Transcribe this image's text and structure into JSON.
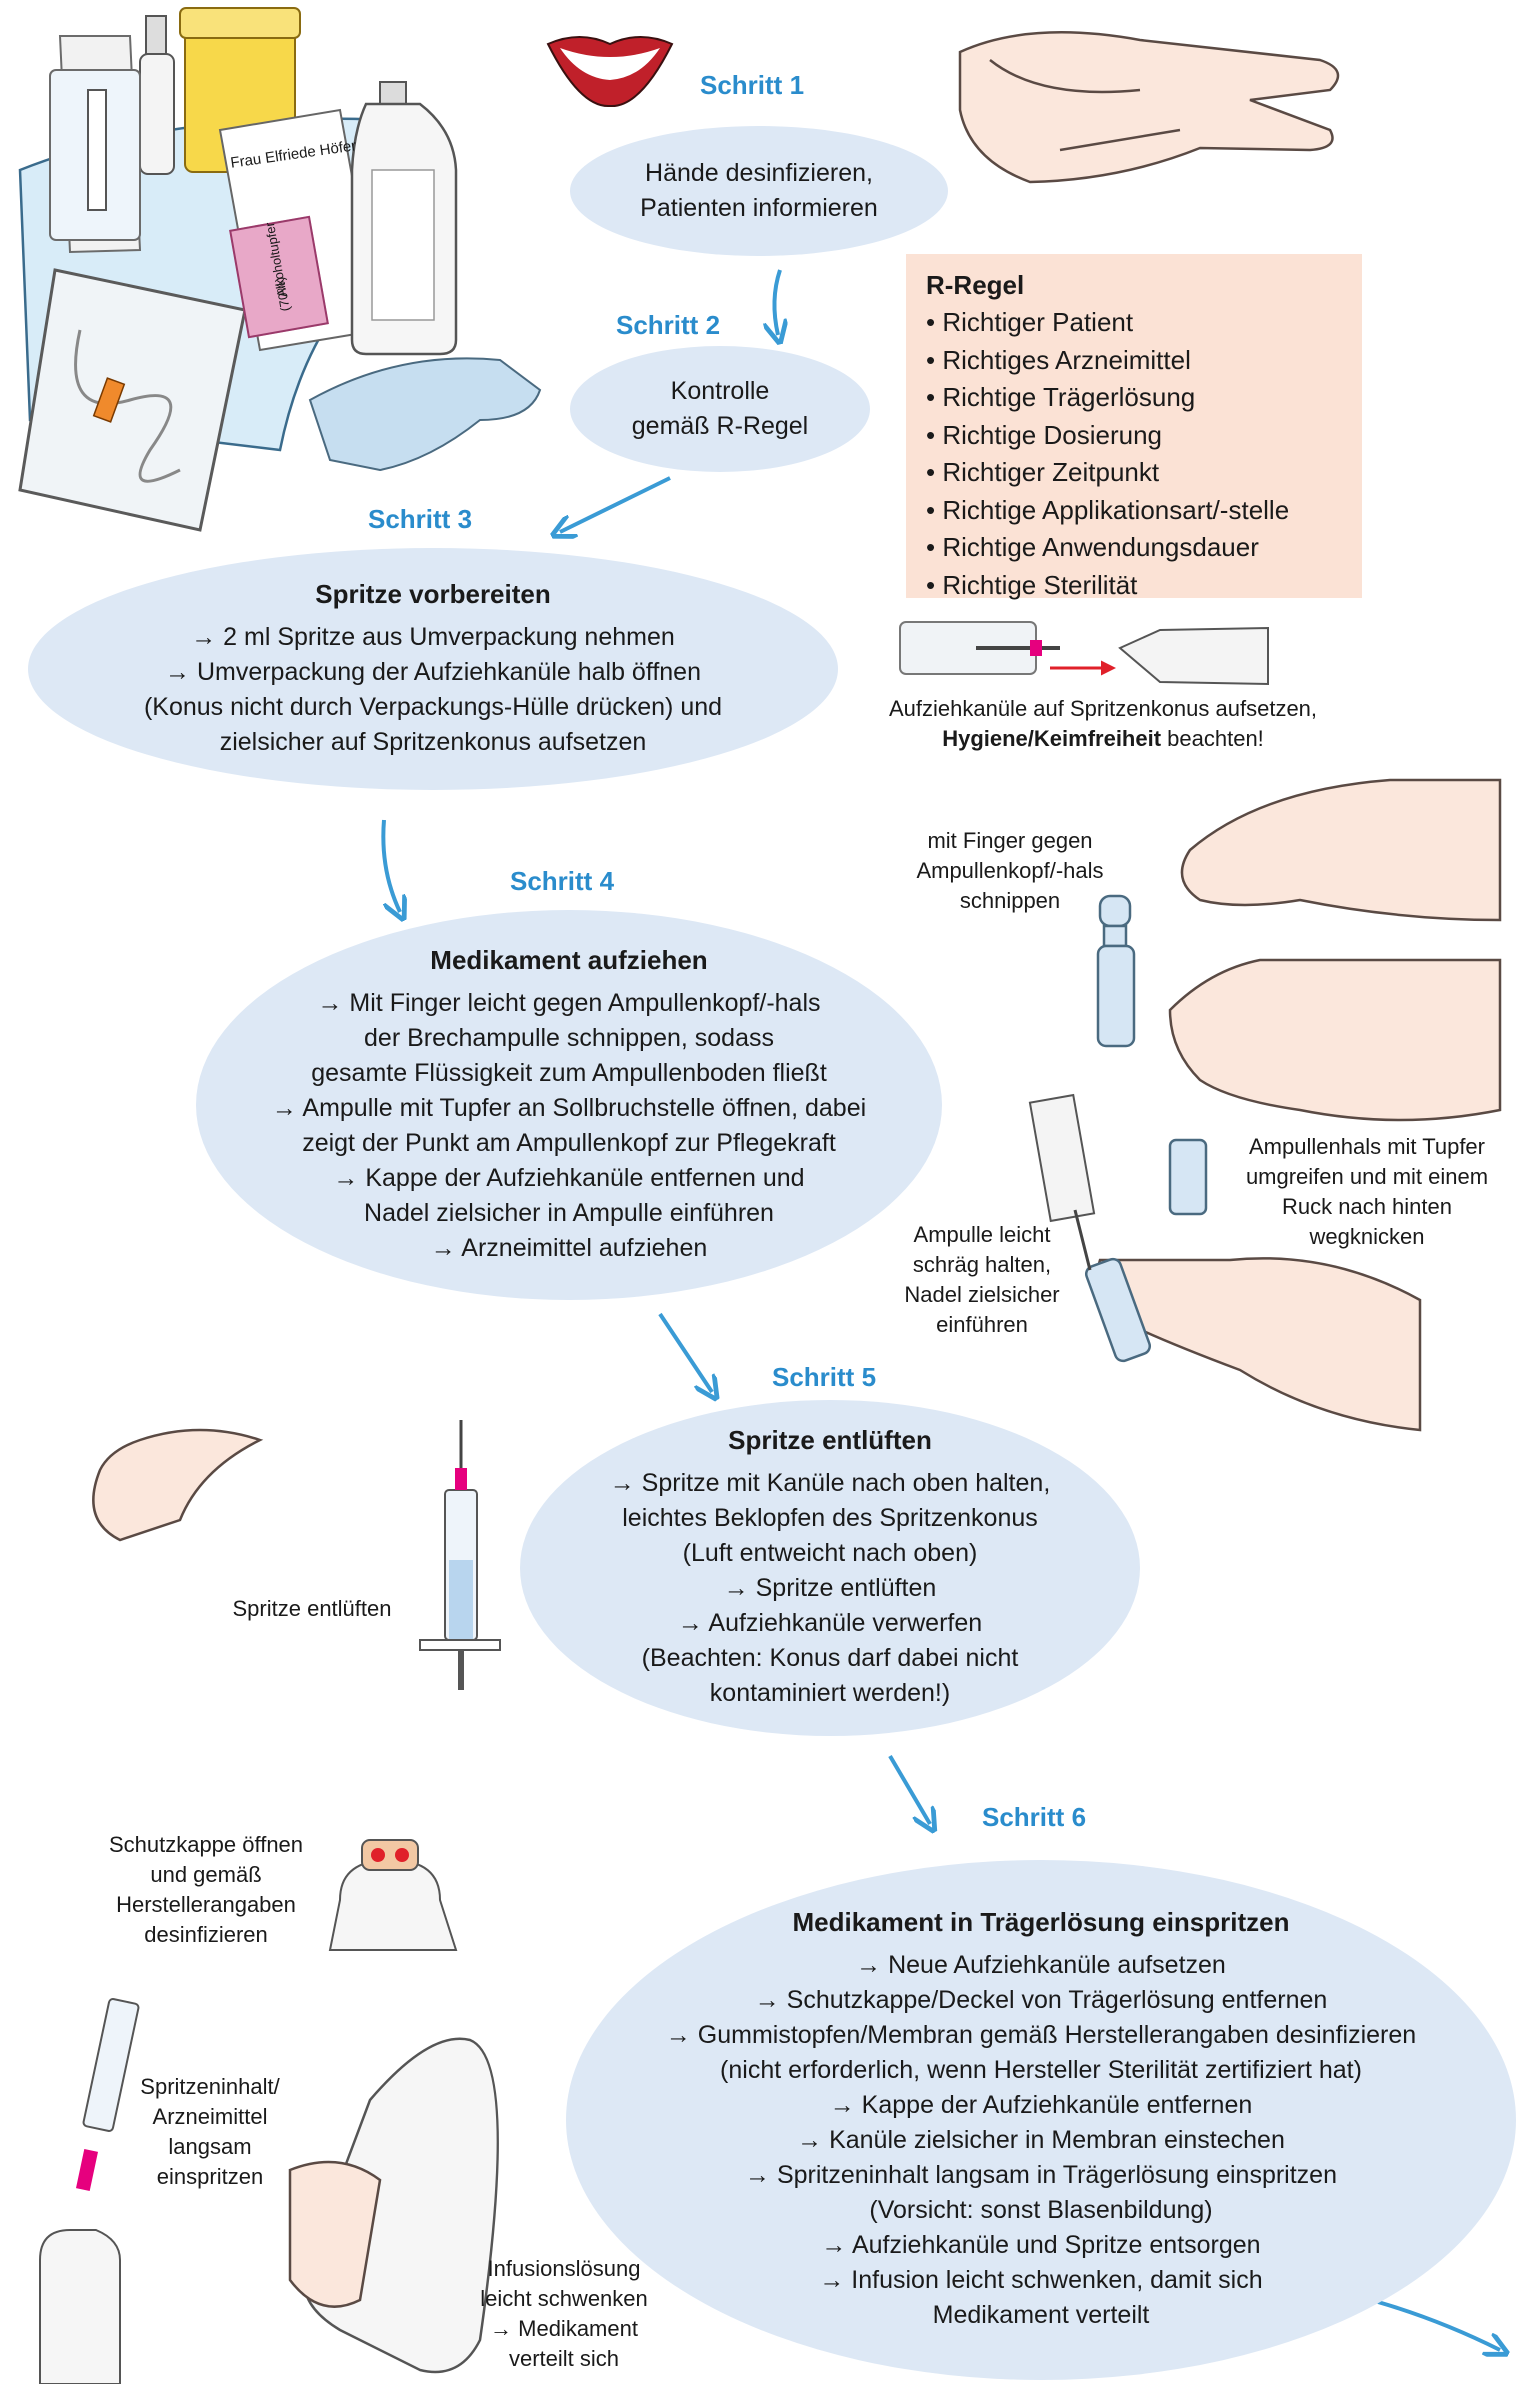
{
  "colors": {
    "ellipse_fill": "#dde8f5",
    "step_label": "#2a8ccc",
    "r_box_fill": "#fbe2d5",
    "arrow": "#3a9bd5",
    "accent_pink": "#e6007e"
  },
  "steps": [
    {
      "label": "Schritt 1",
      "title": "",
      "lines": [
        "Hände desinfizieren,",
        "Patienten informieren"
      ]
    },
    {
      "label": "Schritt 2",
      "title": "",
      "lines": [
        "Kontrolle",
        "gemäß R-Regel"
      ]
    },
    {
      "label": "Schritt 3",
      "title": "Spritze vorbereiten",
      "lines": [
        "→ 2 ml Spritze aus Umverpackung nehmen",
        "→ Umverpackung der Aufziehkanüle halb öffnen",
        "(Konus nicht durch Verpackungs-Hülle drücken) und",
        "zielsicher auf Spritzenkonus aufsetzen"
      ]
    },
    {
      "label": "Schritt 4",
      "title": "Medikament aufziehen",
      "lines": [
        "→ Mit Finger leicht gegen Ampullenkopf/-hals",
        "der Brechampulle schnippen, sodass",
        "gesamte Flüssigkeit zum Ampullenboden fließt",
        "→ Ampulle mit Tupfer an Sollbruchstelle öffnen, dabei",
        "zeigt der Punkt am Ampullenkopf zur Pflegekraft",
        "→ Kappe der Aufziehkanüle entfernen und",
        "Nadel zielsicher in Ampulle einführen",
        "→ Arzneimittel aufziehen"
      ]
    },
    {
      "label": "Schritt 5",
      "title": "Spritze entlüften",
      "lines": [
        "→ Spritze mit Kanüle nach oben halten,",
        "leichtes Beklopfen des Spritzenkonus",
        "(Luft entweicht nach oben)",
        "→ Spritze entlüften",
        "→ Aufziehkanüle verwerfen",
        "(Beachten: Konus darf dabei nicht",
        "kontaminiert werden!)"
      ]
    },
    {
      "label": "Schritt 6",
      "title": "Medikament in Trägerlösung einspritzen",
      "lines": [
        "→ Neue Aufziehkanüle aufsetzen",
        "→ Schutzkappe/Deckel von Trägerlösung entfernen",
        "→ Gummistopfen/Membran gemäß Herstellerangaben desinfizieren",
        "(nicht erforderlich, wenn Hersteller Sterilität zertifiziert hat)",
        "→ Kappe der Aufziehkanüle entfernen",
        "→ Kanüle zielsicher in Membran einstechen",
        "→ Spritzeninhalt langsam in Trägerlösung einspritzen",
        "(Vorsicht: sonst Blasenbildung)",
        "→ Aufziehkanüle und Spritze entsorgen",
        "→ Infusion leicht schwenken, damit sich",
        "Medikament verteilt"
      ]
    }
  ],
  "r_regel": {
    "title": "R-Regel",
    "items": [
      "Richtiger Patient",
      "Richtiges Arzneimittel",
      "Richtige Trägerlösung",
      "Richtige Dosierung",
      "Richtiger Zeitpunkt",
      "Richtige Applikationsart/-stelle",
      "Richtige Anwendungsdauer",
      "Richtige Sterilität"
    ]
  },
  "captions": {
    "cannula": [
      "Aufziehkanüle auf Spritzenkonus aufsetzen,",
      "",
      " beachten!"
    ],
    "cannula_bold": "Hygiene/Keimfreiheit",
    "flick": [
      "mit Finger gegen",
      "Ampullenkopf/-hals",
      "schnippen"
    ],
    "break_neck": [
      "Ampullenhals mit Tupfer",
      "umgreifen und mit einem",
      "Ruck nach hinten",
      "wegknicken"
    ],
    "tilt": [
      "Ampulle leicht",
      "schräg halten,",
      "Nadel zielsicher",
      "einführen"
    ],
    "vent": [
      "Spritze entlüften"
    ],
    "cap": [
      "Schutzkappe öffnen",
      "und gemäß",
      "Herstellerangaben",
      "desinfizieren"
    ],
    "inject": [
      "Spritzeninhalt/",
      "Arzneimittel",
      "langsam",
      "einspritzen"
    ],
    "swirl": [
      "Infusionslösung",
      "leicht schwenken",
      "→ Medikament",
      "verteilt sich"
    ]
  },
  "illustration_text": {
    "form_name": "Frau Elfriede Höfer",
    "swab_label": "Alkoholtupfer",
    "swab_percent": "(70%)"
  },
  "icons": [
    "lips-icon",
    "hands-rubbing-icon",
    "supply-tray-icon",
    "syringe-package-icon",
    "infusion-set-icon",
    "glove-icon",
    "infusion-bottle-icon",
    "cannula-package-icon",
    "syringe-icon",
    "hand-icon",
    "ampoule-icon",
    "bottle-cap-icon"
  ]
}
